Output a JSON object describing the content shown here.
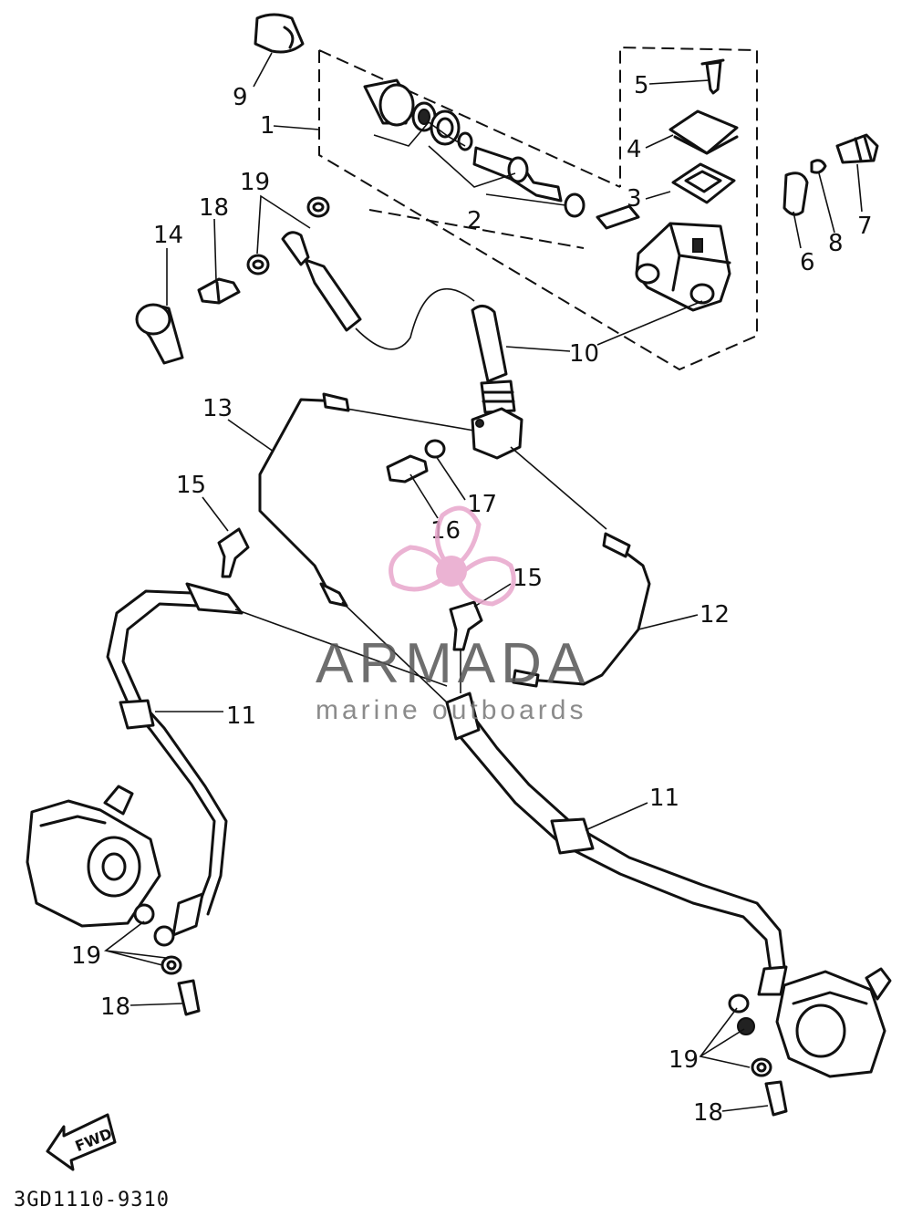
{
  "diagram": {
    "callouts": {
      "p1": "1",
      "p2": "2",
      "p3": "3",
      "p4": "4",
      "p5": "5",
      "p6": "6",
      "p7": "7",
      "p8": "8",
      "p9": "9",
      "p10": "10",
      "p11a": "11",
      "p11b": "11",
      "p12": "12",
      "p13": "13",
      "p14": "14",
      "p15a": "15",
      "p15b": "15",
      "p16": "16",
      "p17": "17",
      "p18a": "18",
      "p18b": "18",
      "p18c": "18",
      "p19a": "19",
      "p19b": "19",
      "p19c": "19"
    },
    "fwd_label": "FWD",
    "drawing_code": "3GD1110-9310"
  },
  "watermark": {
    "brand": "ARMADA",
    "tagline": "marine outboards",
    "colors": {
      "logo": "#e8a6cc",
      "text": "#555555"
    }
  }
}
